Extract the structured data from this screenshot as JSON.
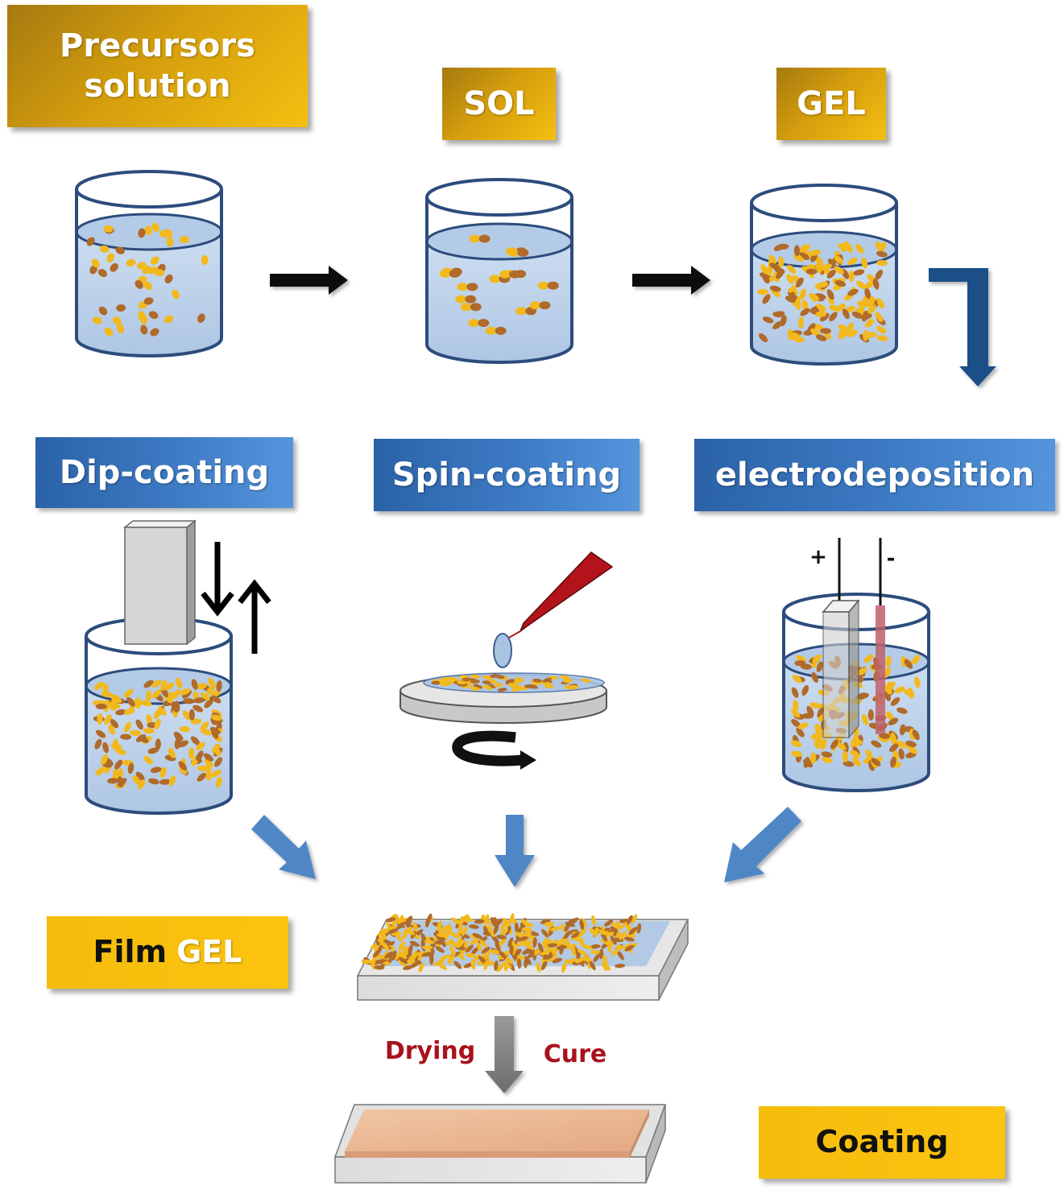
{
  "labels": {
    "precursors_line1": "Precursors",
    "precursors_line2": "solution",
    "sol": "SOL",
    "gel": "GEL",
    "dip_coating": "Dip-coating",
    "spin_coating": "Spin-coating",
    "electrodeposition": "electrodeposition",
    "film": "Film",
    "film_gel": "GEL",
    "drying": "Drying",
    "cure": "Cure",
    "coating": "Coating",
    "plus": "+",
    "minus": "-"
  },
  "colors": {
    "gold": "#f4bf10",
    "blue_box": "#3d7bc4",
    "arrow_blue": "#4f86c6",
    "arrow_navy": "#1f4f87",
    "liquid": "#bcd1ea",
    "beaker_outline": "#2c4c7c",
    "particle_yellow": "#f2b91e",
    "particle_brown": "#b06a2a",
    "drying_text": "#a8121c",
    "coating_layer": "#ecb894",
    "pipette": "#b3141c"
  }
}
